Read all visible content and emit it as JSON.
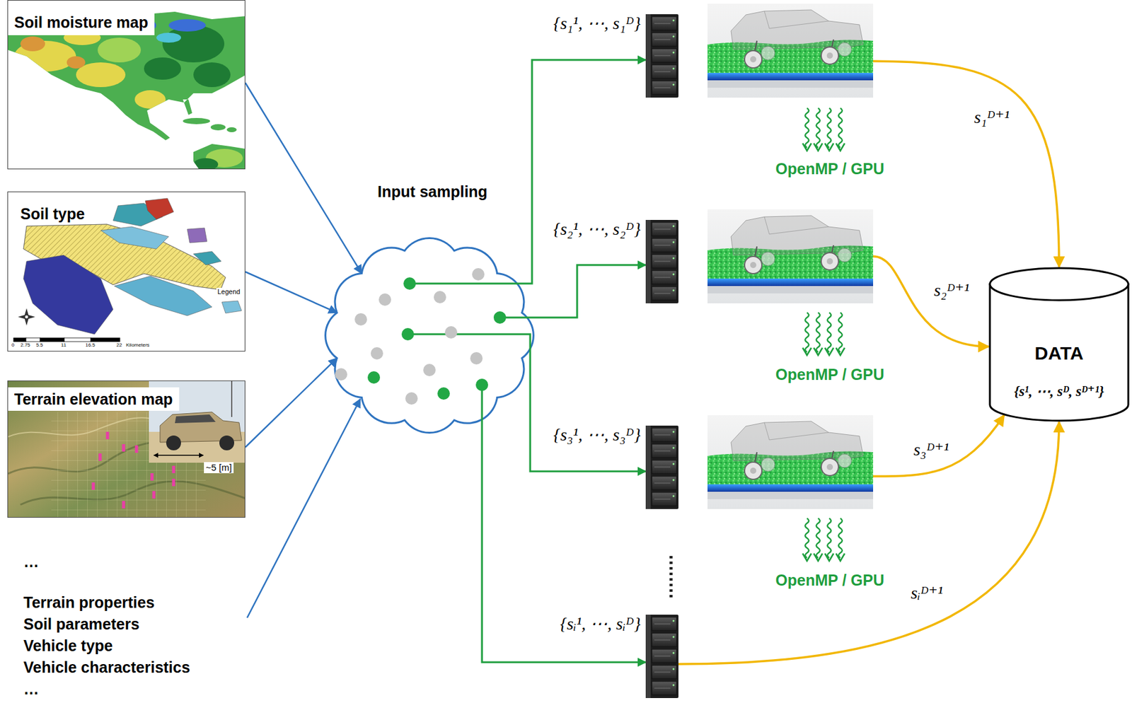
{
  "diagram": {
    "nodes": [
      {
        "text": [
          "Soil moisture map"
        ]
      },
      {
        "text": [
          "Soil type"
        ]
      },
      {
        "text": [
          "Terrain elevation map"
        ]
      },
      {
        "text": [
          "Input sampling"
        ]
      },
      {
        "text": [
          "{s₁¹, ⋯, s₁ᴰ}"
        ]
      },
      {
        "text": [
          "OpenMP / GPU"
        ]
      },
      {
        "text": [
          "{s₂¹, ⋯, s₂ᴰ}"
        ]
      },
      {
        "text": [
          "OpenMP / GPU"
        ]
      },
      {
        "text": [
          "{s₃¹, ⋯, s₃ᴰ}"
        ]
      },
      {
        "text": [
          "OpenMP / GPU"
        ]
      },
      {
        "text": [
          "{sᵢ¹, ⋯, sᵢᴰ}"
        ]
      },
      {
        "text": [
          "DATA",
          "{s¹, ⋯, sᴰ, sᴰ⁺¹}"
        ]
      }
    ],
    "edges": [
      {
        "from": 0,
        "to": 3,
        "arrow": "to"
      },
      {
        "from": 1,
        "to": 3,
        "arrow": "to"
      },
      {
        "from": 2,
        "to": 3,
        "arrow": "to"
      },
      {
        "from": 3,
        "to": 4,
        "arrow": "to"
      },
      {
        "from": 3,
        "to": 6,
        "arrow": "to"
      },
      {
        "from": 3,
        "to": 8,
        "arrow": "to"
      },
      {
        "from": 3,
        "to": 10,
        "arrow": "to"
      },
      {
        "from": 5,
        "to": 11,
        "label": "s₁ᴰ⁺¹",
        "arrow": "to"
      },
      {
        "from": 7,
        "to": 11,
        "label": "s₂ᴰ⁺¹",
        "arrow": "to"
      },
      {
        "from": 9,
        "to": 11,
        "label": "s₃ᴰ⁺¹",
        "arrow": "to"
      },
      {
        "from": 10,
        "to": 11,
        "label": "sᵢᴰ⁺¹",
        "arrow": "to"
      }
    ],
    "labels": [
      "…",
      "Terrain properties",
      "Soil parameters",
      "Vehicle type",
      "Vehicle characteristics",
      "…",
      "Legend",
      "0",
      "2.75",
      "5.5",
      "11",
      "16.5",
      "22",
      "Kilometers",
      "~5 [m]"
    ]
  }
}
